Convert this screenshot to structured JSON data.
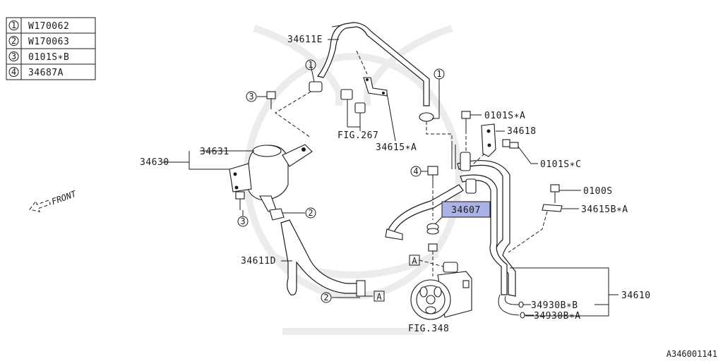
{
  "legend": [
    {
      "num": "1",
      "code": "W170062"
    },
    {
      "num": "2",
      "code": "W170063"
    },
    {
      "num": "3",
      "code": "0101S∗B"
    },
    {
      "num": "4",
      "code": "34687A"
    }
  ],
  "labels": {
    "p34611E": "34611E",
    "fig267": "FIG.267",
    "p34615A": "34615∗A",
    "p0101SA": "0101S∗A",
    "p34618": "34618",
    "p0101SC": "0101S∗C",
    "p34631": "34631",
    "p34630": "34630",
    "p34607": "34607",
    "p0100S": "0100S",
    "p34615BA": "34615B∗A",
    "p34611D": "34611D",
    "p34610": "34610",
    "p34930BB": "34930B∗B",
    "p34930BA": "34930B∗A",
    "fig348": "FIG.348",
    "front": "FRONT",
    "refA": "A",
    "diagram_id": "A346001141"
  },
  "callouts": {
    "c1": "1",
    "c2": "2",
    "c3": "3",
    "c4": "4"
  },
  "colors": {
    "highlight": "#aab3e6",
    "line": "#1a1a1a",
    "watermark": "#ececec"
  }
}
